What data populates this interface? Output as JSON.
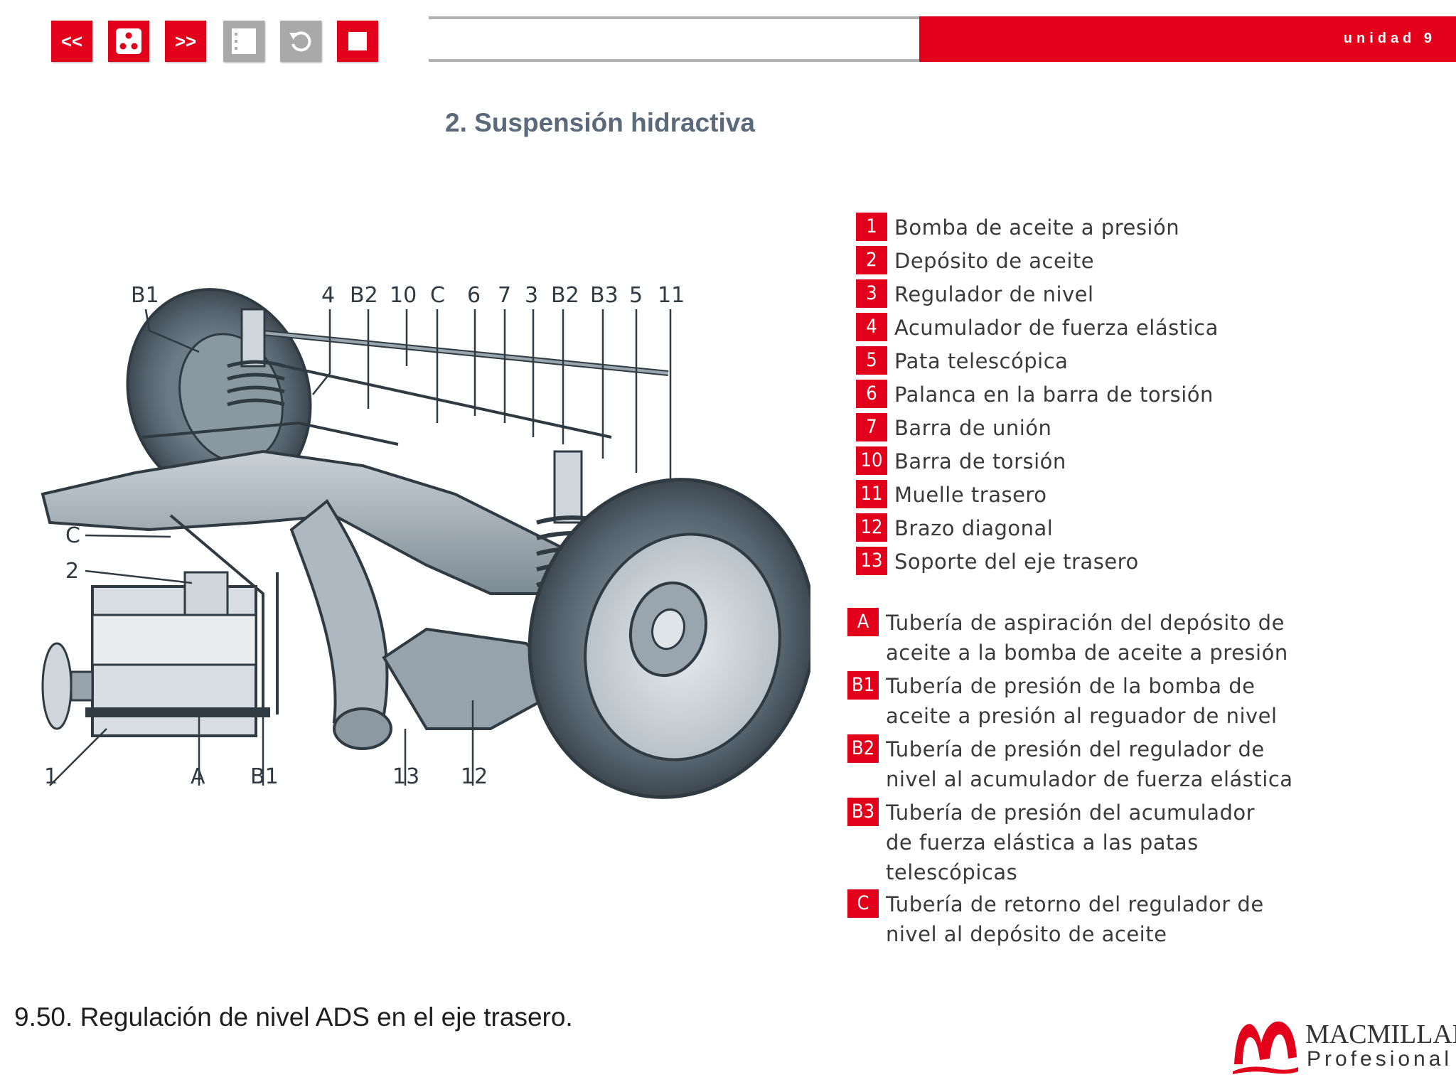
{
  "toolbar": {
    "prev_label": "<<",
    "next_label": ">>"
  },
  "header": {
    "unit_label": "unidad 9"
  },
  "title": "2. Suspensión hidractiva",
  "figure": {
    "top_labels": [
      "B1",
      "4",
      "B2",
      "10",
      "C",
      "6",
      "7",
      "3",
      "B2",
      "B3",
      "5",
      "11"
    ],
    "side_labels": [
      "C",
      "2"
    ],
    "bottom_labels": [
      "1",
      "A",
      "B1",
      "13",
      "12"
    ]
  },
  "legend": {
    "numbered": [
      {
        "badge": "1",
        "text": "Bomba de aceite a presión"
      },
      {
        "badge": "2",
        "text": "Depósito de aceite"
      },
      {
        "badge": "3",
        "text": "Regulador de nivel"
      },
      {
        "badge": "4",
        "text": "Acumulador de fuerza elástica"
      },
      {
        "badge": "5",
        "text": "Pata telescópica"
      },
      {
        "badge": "6",
        "text": "Palanca en la barra de torsión"
      },
      {
        "badge": "7",
        "text": "Barra de unión"
      },
      {
        "badge": "10",
        "text": "Barra de torsión"
      },
      {
        "badge": "11",
        "text": "Muelle trasero"
      },
      {
        "badge": "12",
        "text": "Brazo diagonal"
      },
      {
        "badge": "13",
        "text": "Soporte del eje trasero"
      }
    ],
    "lettered": [
      {
        "badge": "A",
        "line1": "Tubería de aspiración del depósito de",
        "line2": "aceite a la bomba de aceite a presión",
        "line3": ""
      },
      {
        "badge": "B1",
        "line1": "Tubería de presión de la bomba de",
        "line2": "aceite a presión al reguador de nivel",
        "line3": ""
      },
      {
        "badge": "B2",
        "line1": "Tubería de presión del regulador de",
        "line2": "nivel al acumulador de fuerza elástica",
        "line3": ""
      },
      {
        "badge": "B3",
        "line1": "Tubería de presión del acumulador",
        "line2": "de fuerza elástica a las patas",
        "line3": "telescópicas"
      },
      {
        "badge": "C",
        "line1": "Tubería de retorno del regulador de",
        "line2": "nivel al depósito de aceite",
        "line3": ""
      }
    ]
  },
  "caption": "9.50. Regulación de nivel ADS en el eje trasero.",
  "logo": {
    "name": "MACMILLAN",
    "sub": "Profesional"
  }
}
